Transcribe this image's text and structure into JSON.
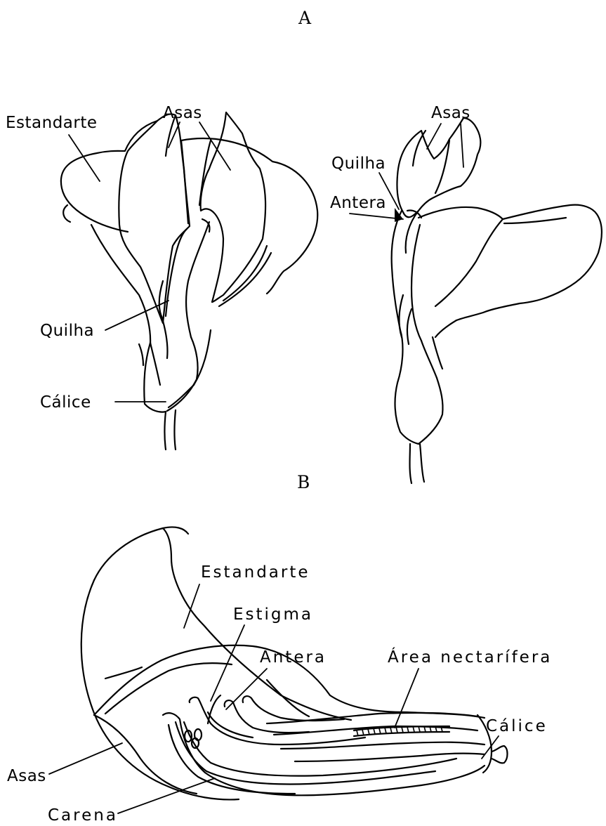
{
  "panels": {
    "a": {
      "letter": "A"
    },
    "b": {
      "letter": "B"
    }
  },
  "front_view": {
    "estandarte": "Estandarte",
    "asas": "Asas",
    "quilha": "Quilha",
    "calice": "Cálice"
  },
  "side_view": {
    "asas": "Asas",
    "quilha": "Quilha",
    "antera": "Antera"
  },
  "section": {
    "estandarte": "Estandarte",
    "estigma": "Estigma",
    "antera": "Antera",
    "area_nectarifera": "Área nectarífera",
    "calice": "Cálice",
    "asas": "Asas",
    "carena": "Carena"
  }
}
